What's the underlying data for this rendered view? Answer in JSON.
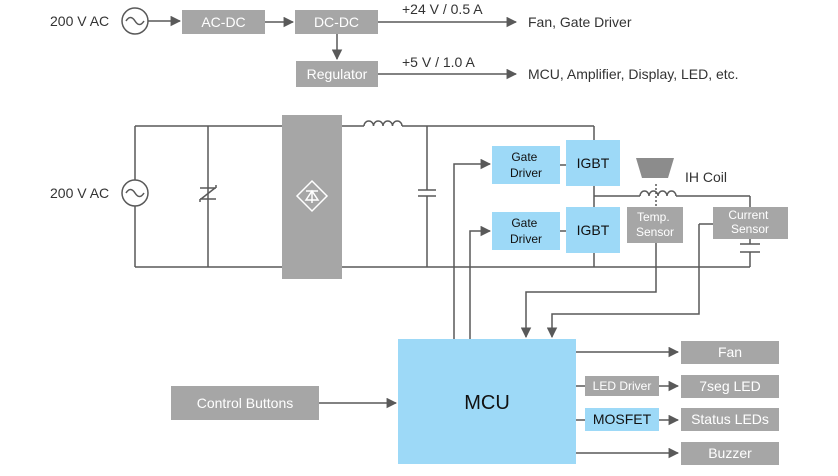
{
  "power": {
    "input_top": "200 V AC",
    "ac_dc": "AC-DC",
    "dc_dc": "DC-DC",
    "regulator": "Regulator",
    "rail_24v": "+24 V / 0.5 A",
    "rail_24v_load": "Fan, Gate Driver",
    "rail_5v": "+5 V / 1.0 A",
    "rail_5v_load": "MCU, Amplifier, Display, LED, etc."
  },
  "circuit": {
    "input_ac": "200 V AC",
    "gate_driver_1": [
      "Gate",
      "Driver"
    ],
    "gate_driver_2": [
      "Gate",
      "Driver"
    ],
    "igbt_1": "IGBT",
    "igbt_2": "IGBT",
    "ih_coil": "IH Coil",
    "temp_sensor": [
      "Temp.",
      "Sensor"
    ],
    "current_sensor": [
      "Current",
      "Sensor"
    ]
  },
  "control": {
    "mcu": "MCU",
    "control_buttons": "Control Buttons",
    "led_driver": "LED Driver",
    "mosfet": "MOSFET",
    "outputs": {
      "fan": "Fan",
      "seven_seg": "7seg LED",
      "status_leds": "Status LEDs",
      "buzzer": "Buzzer"
    }
  },
  "colors": {
    "gray_block": "#a6a6a6",
    "blue_block": "#9dd9f7",
    "line": "#595959"
  }
}
